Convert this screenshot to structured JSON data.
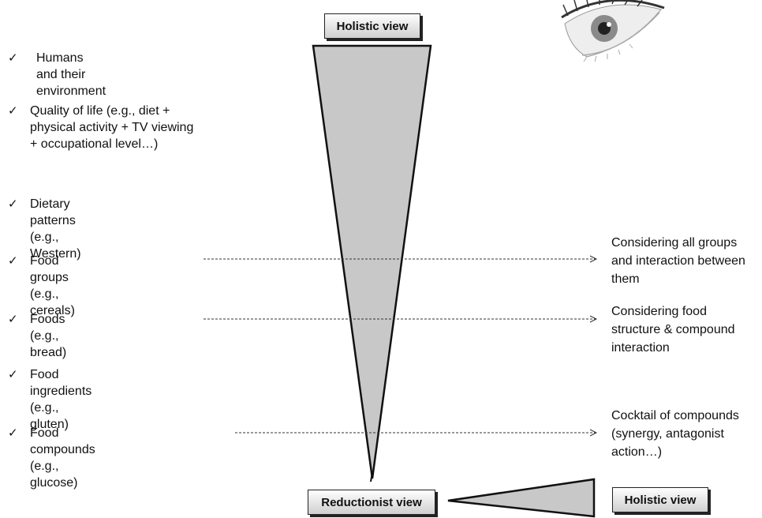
{
  "top_box": "Holistic view",
  "bottom_left_box": "Reductionist view",
  "bottom_right_box": "Holistic view",
  "items": [
    "Humans and their environment",
    "Quality of life (e.g., diet +\nphysical activity + TV viewing\n+ occupational level…)",
    "Dietary patterns (e.g., Western)",
    "Food groups (e.g., cereals)",
    "Foods (e.g., bread)",
    "Food ingredients (e.g., gluten)",
    "Food compounds (e.g., glucose)"
  ],
  "notes": [
    "Considering all groups\nand interaction between\nthem",
    "Considering food\nstructure & compound\ninteraction",
    "Cocktail of compounds\n(synergy, antagonist\naction…)"
  ],
  "check_glyph": "✓",
  "colors": {
    "triangle_fill": "#c8c8c8",
    "outline": "#111111"
  },
  "icons": {
    "top_right": "eye-icon"
  }
}
